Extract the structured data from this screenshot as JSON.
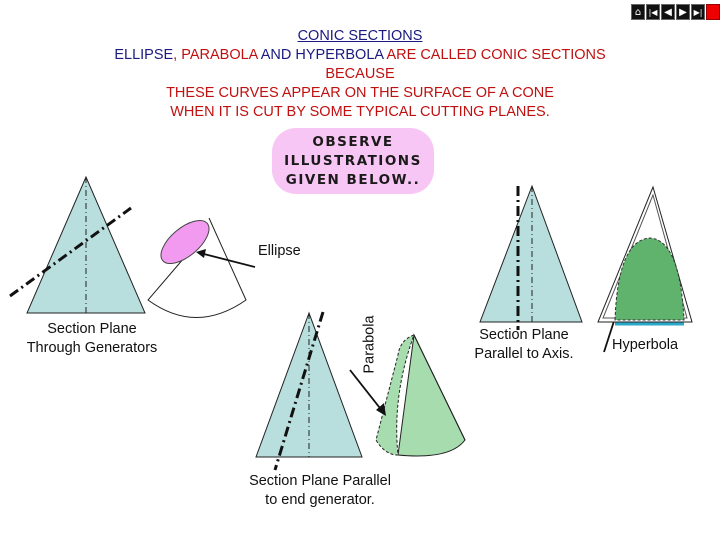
{
  "header": {
    "line1": "CONIC SECTIONS",
    "line2_a": "ELLIPSE",
    "line2_comma": ",",
    "line2_b": " PARABOLA ",
    "line2_c": "AND HYPERBOLA ",
    "line2_d": "ARE CALLED CONIC SECTIONS",
    "line3": "BECAUSE",
    "line4": "THESE CURVES APPEAR ON THE SURFACE OF A CONE",
    "line5": "WHEN IT IS CUT BY SOME TYPICAL CUTTING PLANES."
  },
  "callout": {
    "line1": "OBSERVE",
    "line2": "ILLUSTRATIONS",
    "line3": "GIVEN BELOW.."
  },
  "labels": {
    "ellipse": "Ellipse",
    "generators_1": "Section Plane",
    "generators_2": "Through Generators",
    "parabola": "Parabola",
    "end_gen_1": "Section Plane Parallel",
    "end_gen_2": "to end generator.",
    "axis_1": "Section Plane",
    "axis_2": "Parallel to Axis.",
    "hyperbola": "Hyperbola"
  },
  "nav": {
    "home": "⌂",
    "first": "|◀",
    "prev": "◀",
    "next": "▶",
    "last": "▶|",
    "stop": ""
  },
  "colors": {
    "cone_fill": "#b8dede",
    "ellipse_fill": "#f29af0",
    "parabola_fill": "#a6dcae",
    "hyperbola_fill": "#5fb36c",
    "title_blue": "#1a1a80",
    "accent_red": "#c01010"
  }
}
